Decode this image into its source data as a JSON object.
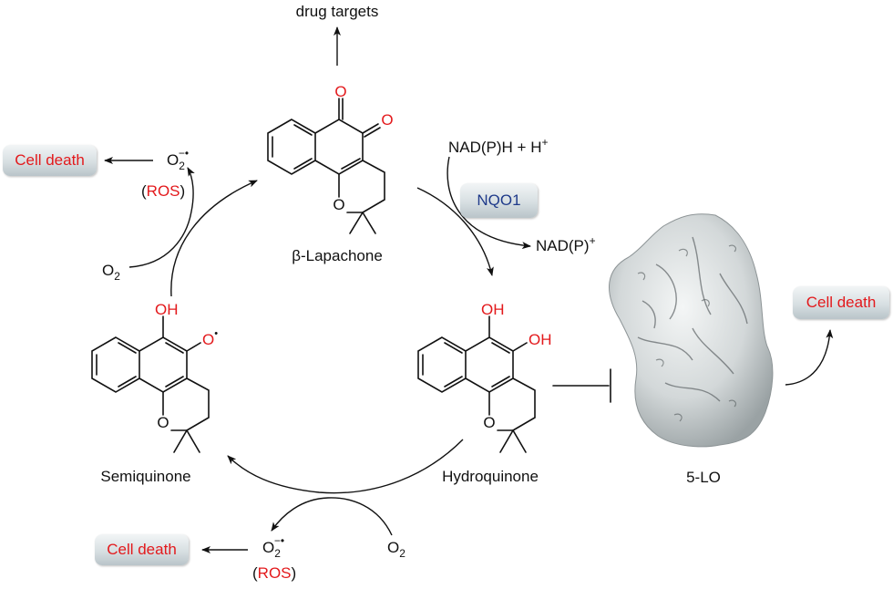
{
  "diagram": {
    "top_label": "drug targets",
    "compounds": {
      "lapachone": {
        "name": "β-Lapachone",
        "o_atom": "O",
        "ring_o": "O"
      },
      "hydroquinone": {
        "name": "Hydroquinone",
        "oh1": "OH",
        "oh2": "OH",
        "ring_o": "O"
      },
      "semiquinone": {
        "name": "Semiquinone",
        "oh": "OH",
        "radical_o": "O",
        "radical_dot": "•",
        "ring_o": "O"
      }
    },
    "enzyme": {
      "label": "NQO1"
    },
    "cofactor": {
      "in": "NAD(P)H + H",
      "in_sup": "+",
      "out": "NAD(P)",
      "out_sup": "+"
    },
    "oxygen": {
      "o2_label": "O",
      "o2_sub": "2",
      "superoxide_label": "O",
      "superoxide_sub": "2",
      "superoxide_sup": "−•"
    },
    "ros": {
      "open": "(",
      "label": "ROS",
      "close": ")"
    },
    "cell_death_label": "Cell death",
    "protein": {
      "name": "5-LO"
    },
    "colors": {
      "oxygen_red": "#e3191c",
      "enzyme_blue": "#1f3a8a",
      "box_gray": "#d7dfe2"
    }
  }
}
